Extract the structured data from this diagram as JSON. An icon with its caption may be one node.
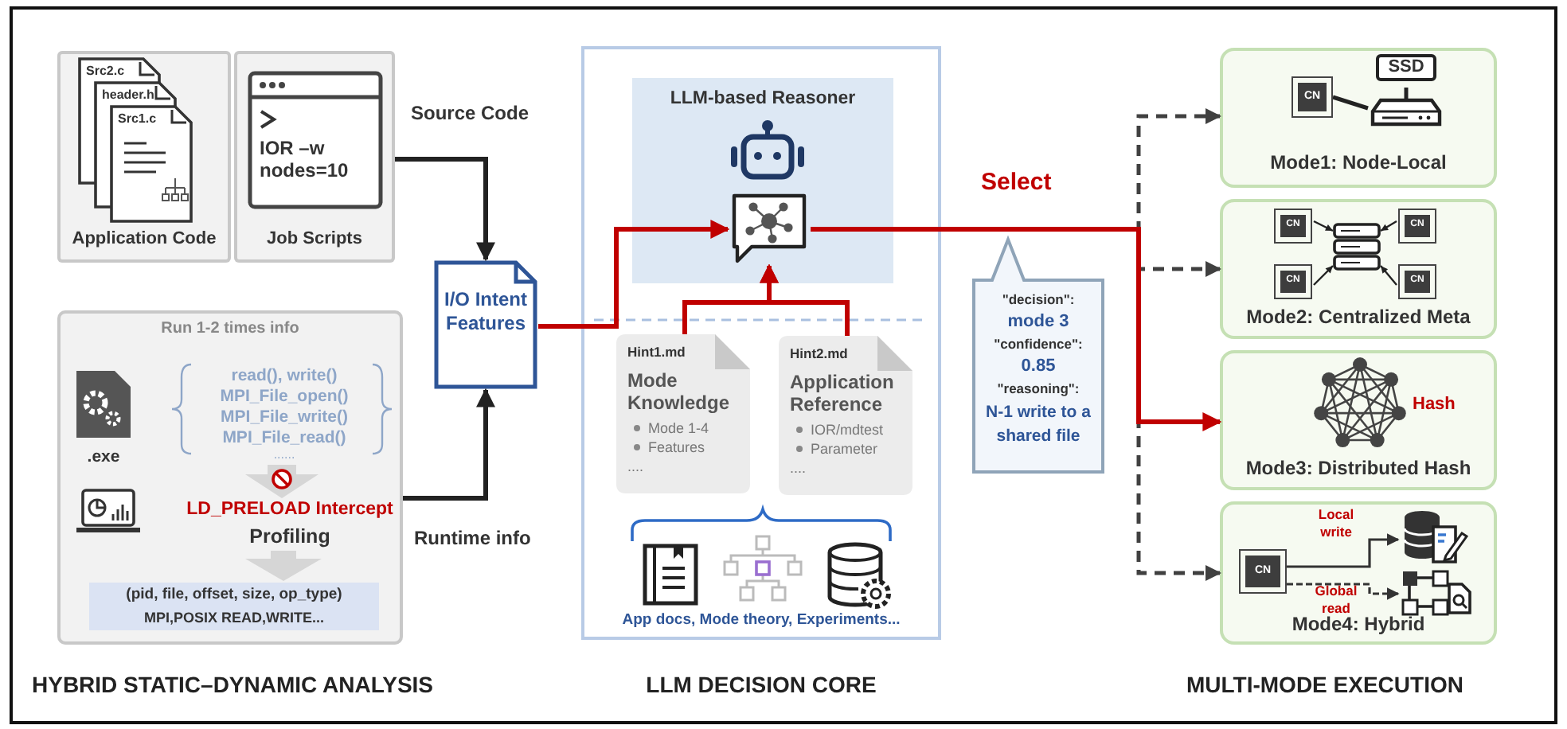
{
  "diagram": {
    "nodes": [
      {
        "text": [
          "Src2.c",
          "header.h",
          "Src1.c",
          "Application Code"
        ]
      },
      {
        "text": [
          "IOR –w nodes=10",
          "Job Scripts"
        ]
      },
      {
        "text": [
          "Run 1-2 times info",
          ".exe",
          "read(), write()",
          "MPI_File_open()",
          "MPI_File_write()",
          "MPI_File_read()",
          "......",
          "LD_PRELOAD Intercept",
          "Profiling",
          "(pid, file, offset, size, op_type)",
          "MPI,POSIX READ,WRITE..."
        ]
      },
      {
        "text": [
          "I/O Intent Features"
        ]
      },
      {
        "text": [
          "LLM DECISION CORE"
        ]
      },
      {
        "text": [
          "LLM-based Reasoner"
        ],
        "in": 4
      },
      {
        "text": [],
        "shape": "picture",
        "in": 5
      },
      {
        "text": [
          "Hint1.md",
          "Mode Knowledge",
          "Mode 1-4",
          "Features",
          "...."
        ],
        "in": 4
      },
      {
        "text": [
          "Hint2.md",
          "Application Reference",
          "IOR/mdtest",
          "Parameter",
          "...."
        ],
        "in": 4
      },
      {
        "text": [
          "\"decision\":",
          "mode 3",
          "\"confidence\":",
          "0.85",
          "\"reasoning\":",
          "N-1 write to a shared file"
        ]
      },
      {
        "text": [
          "CN",
          "SSD",
          "Mode1: Node-Local"
        ]
      },
      {
        "text": [
          "CN",
          "CN",
          "CN",
          "CN",
          "Mode2: Centralized Meta"
        ]
      },
      {
        "text": [
          "Hash",
          "Mode3: Distributed Hash"
        ]
      },
      {
        "text": [
          "CN",
          "Local write",
          "Global read",
          "Mode4: Hybrid"
        ]
      }
    ],
    "edges": [
      {
        "from": 1,
        "to": 3,
        "arrow": "to",
        "label": "Source Code",
        "color": "#222222"
      },
      {
        "from": 2,
        "to": 3,
        "arrow": "to",
        "label": "Runtime info",
        "color": "#222222"
      },
      {
        "from": 3,
        "to": 6,
        "arrow": "to",
        "color": "#c00000"
      },
      {
        "from": 7,
        "to": 6,
        "arrow": "to",
        "color": "#c00000"
      },
      {
        "from": 8,
        "to": 6,
        "arrow": "to",
        "color": "#c00000"
      },
      {
        "from": 6,
        "to": 12,
        "arrow": "to",
        "label": "Select",
        "color": "#c00000"
      },
      {
        "from": 6,
        "to": 10,
        "arrow": "to",
        "style": "dashed",
        "color": "#404040"
      },
      {
        "from": 6,
        "to": 11,
        "arrow": "to",
        "style": "dashed",
        "color": "#404040"
      },
      {
        "from": 6,
        "to": 13,
        "arrow": "to",
        "style": "dashed",
        "color": "#404040"
      }
    ],
    "labels": [
      "App docs, Mode theory, Experiments...",
      "HYBRID STATIC–DYNAMIC ANALYSIS",
      "MULTI-MODE EXECUTION"
    ]
  }
}
